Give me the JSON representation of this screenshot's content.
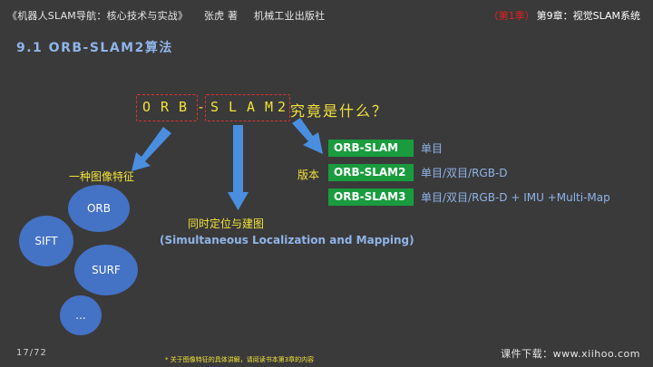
{
  "header": {
    "book_title": "《机器人SLAM导航：核心技术与实战》",
    "author": "张虎 著",
    "publisher": "机械工业出版社",
    "season": "（第1季）",
    "chapter": "第9章：视觉SLAM系统"
  },
  "section_title": "9.1 ORB-SLAM2算法",
  "orb_title": {
    "letters": [
      "O",
      "R",
      "B",
      "-",
      "S",
      "L",
      "A",
      "M",
      "2"
    ],
    "question": "究竟是什么？"
  },
  "features": {
    "label": "一种图像特征",
    "items": [
      "ORB",
      "SIFT",
      "SURF",
      "..."
    ]
  },
  "slam": {
    "label_cn": "同时定位与建图",
    "label_en": "(Simultaneous Localization and Mapping)"
  },
  "versions": {
    "label": "版本",
    "items": [
      {
        "name": "ORB-SLAM",
        "desc": "单目"
      },
      {
        "name": "ORB-SLAM2",
        "desc": "单目/双目/RGB-D"
      },
      {
        "name": "ORB-SLAM3",
        "desc": "单目/双目/RGB-D + IMU +Multi-Map"
      }
    ]
  },
  "footer": {
    "page": "17/72",
    "note": "* 关于图像特征的具体讲解，请阅读书本第3章的内容",
    "site": "课件下载：www.xiihoo.com"
  },
  "colors": {
    "background": "#3a3a3a",
    "accent_yellow": "#f2e23a",
    "accent_blue": "#8fb4e8",
    "arrow_blue": "#4a8ee0",
    "circle_blue": "#4472c4",
    "version_green": "#1a9c3e",
    "dash_red": "#e03030"
  }
}
